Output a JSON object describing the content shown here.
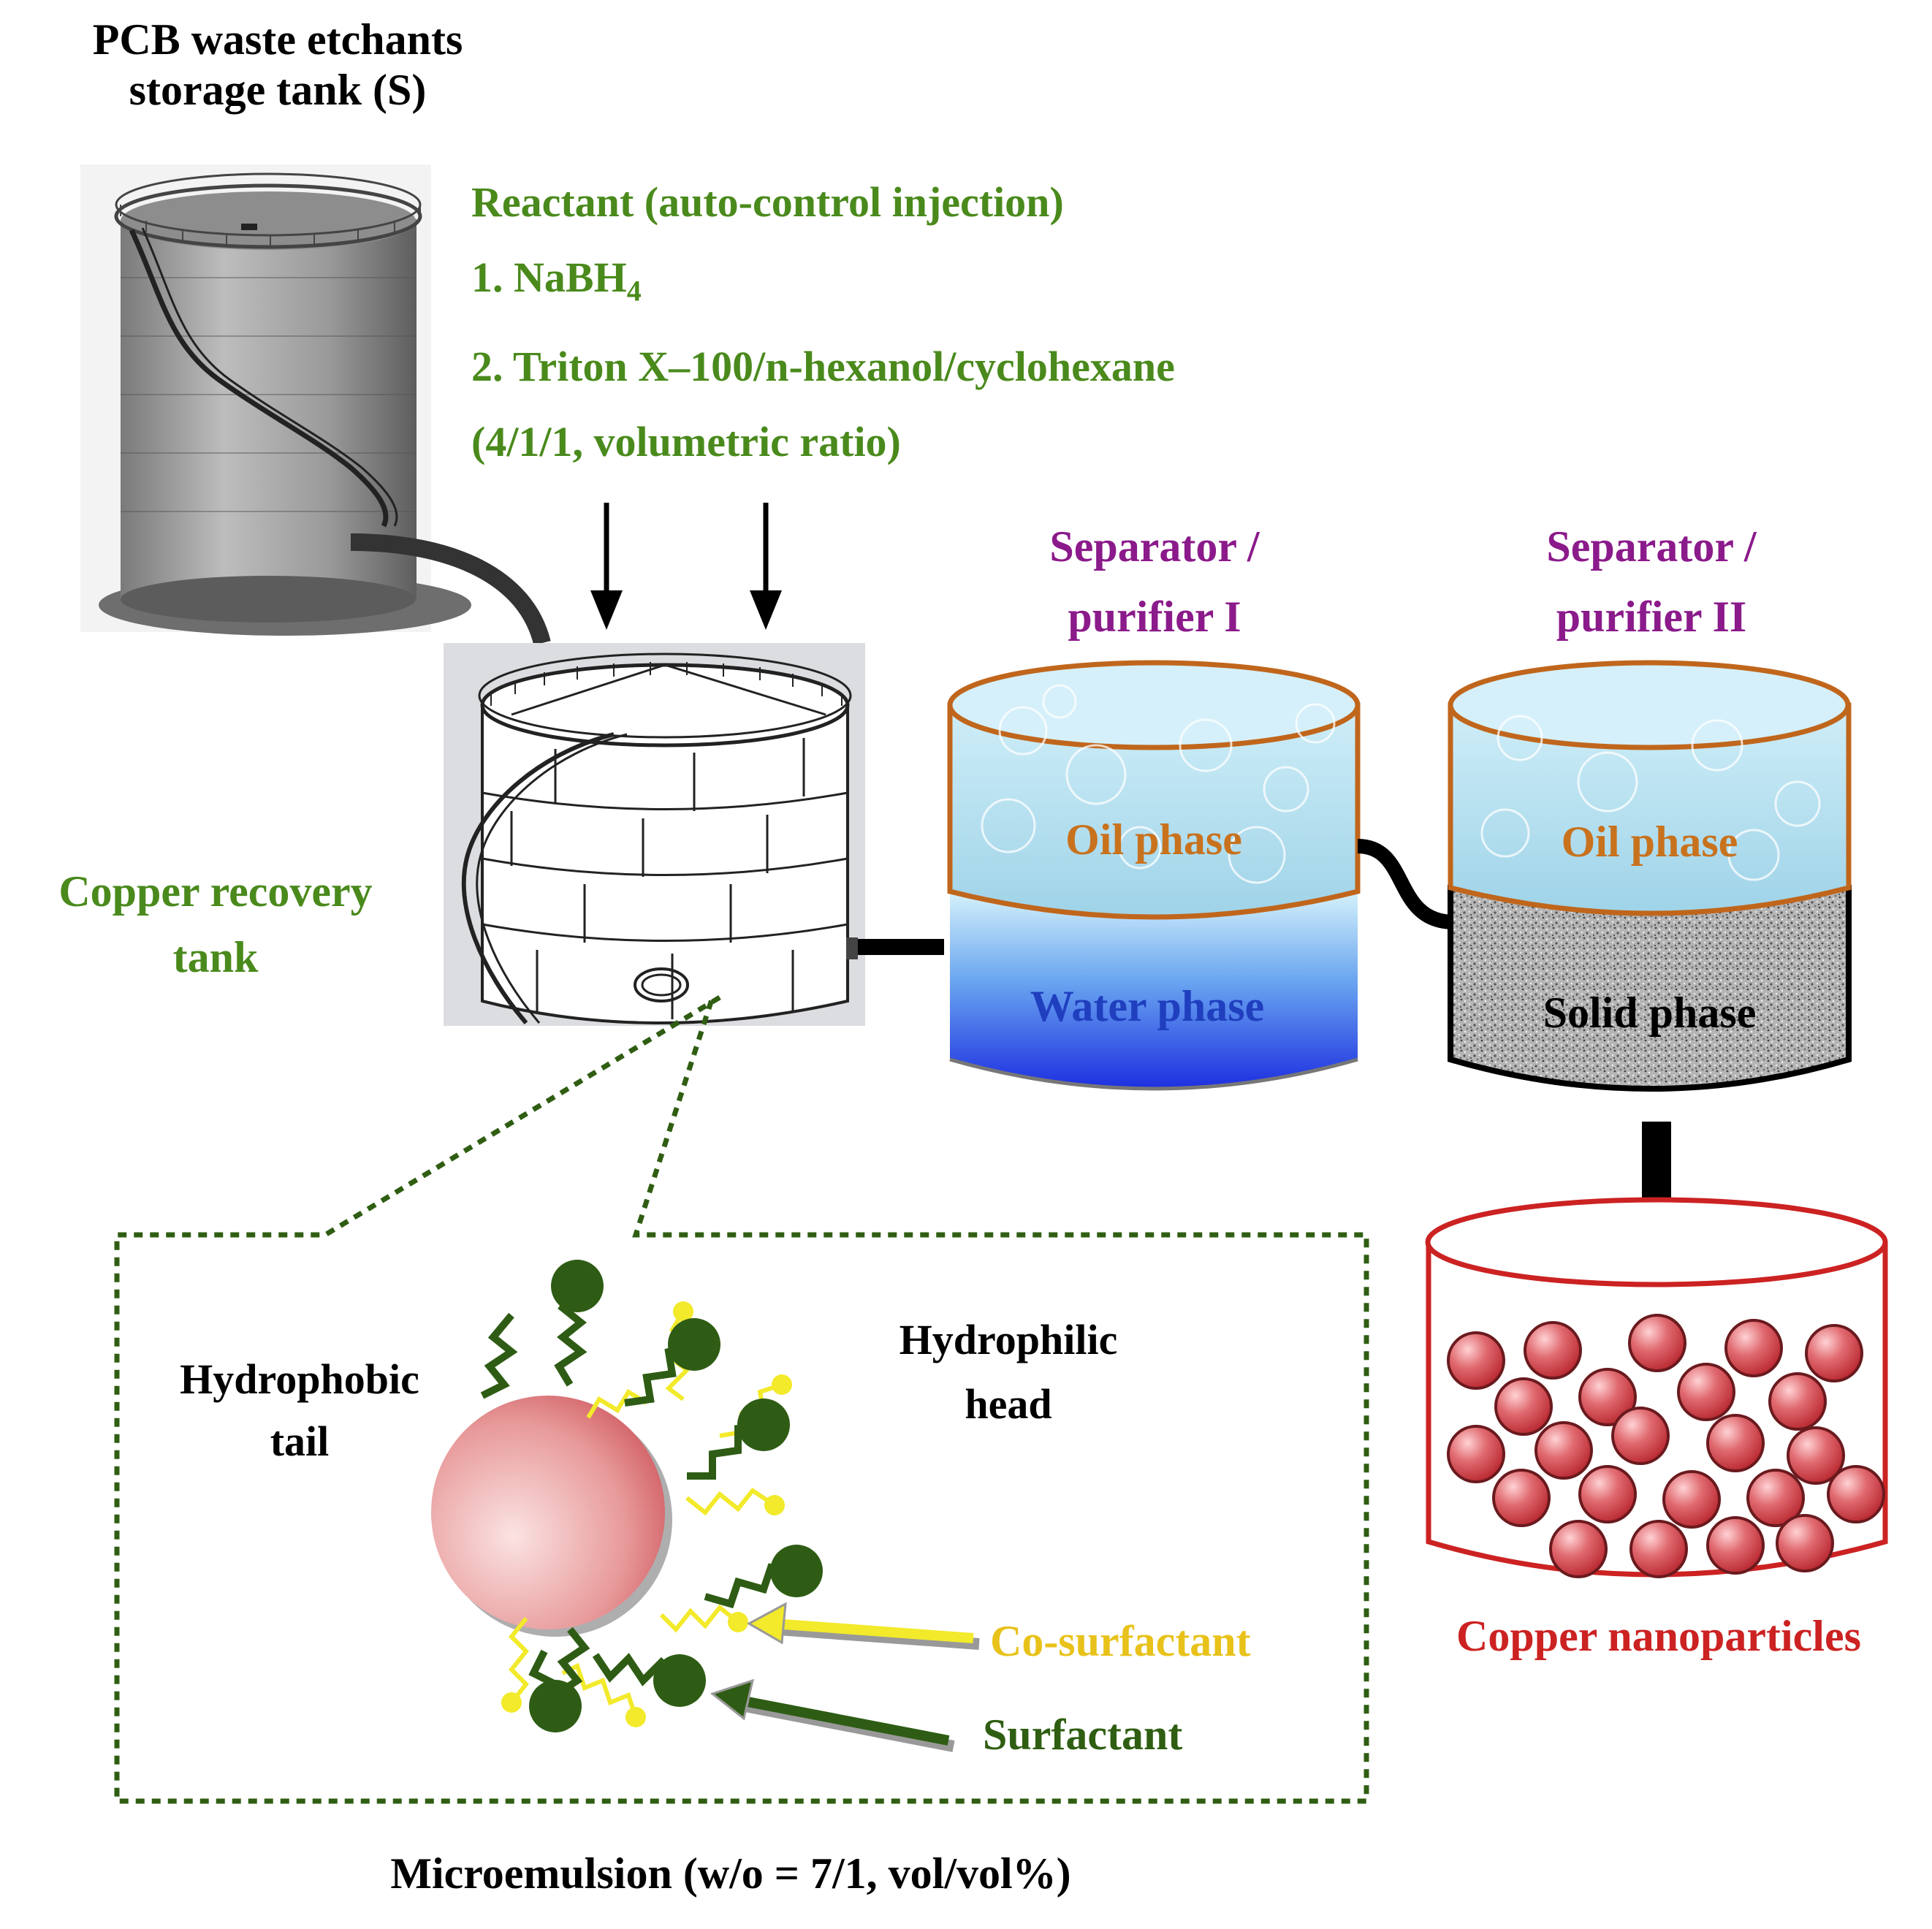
{
  "storage_tank": {
    "line1": "PCB waste etchants",
    "line2": "storage tank (S)"
  },
  "reactant": {
    "title": "Reactant (auto-control injection)",
    "item1_prefix": "1. NaBH",
    "item1_sub": "4",
    "item2": "2. Triton X–100/n-hexanol/cyclohexane",
    "item2_ratio": "(4/1/1, volumetric ratio)"
  },
  "separator1": {
    "line1": "Separator /",
    "line2": "purifier I"
  },
  "separator2": {
    "line1": "Separator /",
    "line2": "purifier II"
  },
  "copper_recovery_tank": {
    "line1": "Copper recovery",
    "line2": "tank"
  },
  "separator1_phases": {
    "top": "Oil phase",
    "bottom": "Water phase"
  },
  "separator2_phases": {
    "top": "Oil phase",
    "bottom": "Solid phase"
  },
  "microemulsion": {
    "hydrophobic_line1": "Hydrophobic",
    "hydrophobic_line2": "tail",
    "hydrophilic_line1": "Hydrophilic",
    "hydrophilic_line2": "head",
    "co_surfactant": "Co-surfactant",
    "surfactant": "Surfactant",
    "caption": "Microemulsion (w/o = 7/1, vol/vol%)"
  },
  "copper_nanoparticles": "Copper nanoparticles",
  "colors": {
    "green_text": "#4a8a1c",
    "purple_text": "#8b1a8b",
    "orange_text": "#c8721e",
    "blue_text": "#1f3fbf",
    "red_text": "#cc2222",
    "yellow_text": "#e8c21a",
    "dark_green_text": "#2f5e12",
    "surfactant_green": "#2e5c14",
    "cosurfactant_yellow": "#f2ea2a",
    "nanoparticle_red": "#d9484e"
  }
}
